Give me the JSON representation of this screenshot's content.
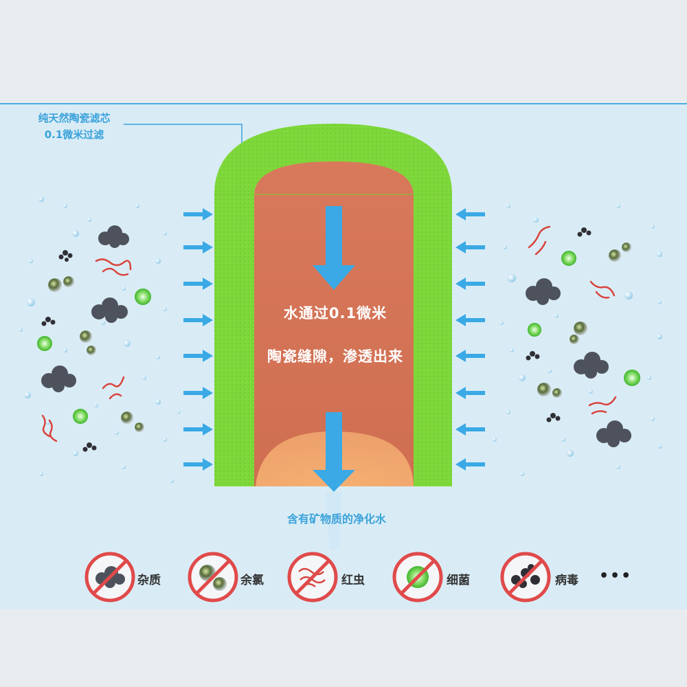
{
  "callout": {
    "line1": "纯天然陶瓷滤芯",
    "line2": "0.1微米过滤"
  },
  "center": {
    "line1": "水通过0.1微米",
    "line2": "陶瓷缝隙，渗透出来"
  },
  "bottom_caption": "含有矿物质的净化水",
  "legend": {
    "items": [
      {
        "label": "杂质",
        "icon": "impurity-icon"
      },
      {
        "label": "余氯",
        "icon": "residual-chlorine-icon"
      },
      {
        "label": "红虫",
        "icon": "red-worm-icon"
      },
      {
        "label": "细菌",
        "icon": "bacteria-icon"
      },
      {
        "label": "病毒",
        "icon": "virus-icon"
      }
    ],
    "more": "•••"
  },
  "colors": {
    "panel_bg": "#d9ecf6",
    "filter_green": "#7ed83a",
    "core_red": "#d77556",
    "arrow_blue": "#3aa9e5",
    "text_blue": "#3aa2da",
    "prohibit_red": "#e04a4a"
  }
}
